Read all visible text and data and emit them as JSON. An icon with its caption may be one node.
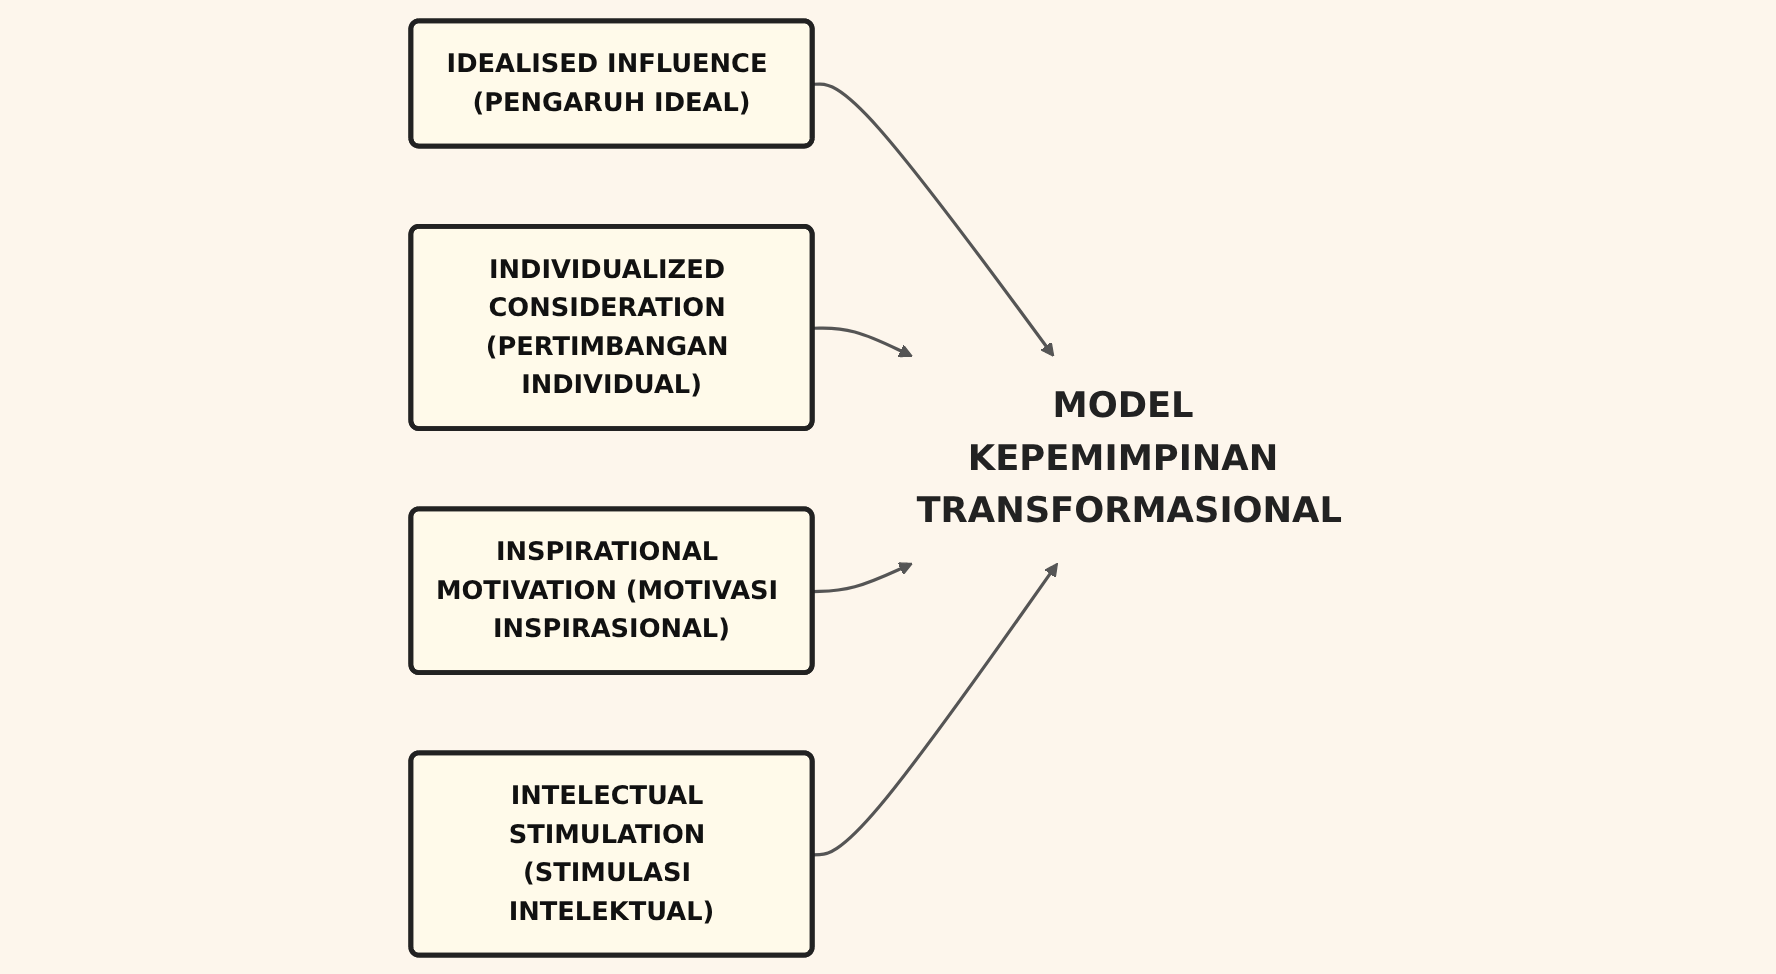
{
  "diagram": {
    "nodes": [
      {
        "text": [
          "IDEALISED INFLUENCE (PENGARUH IDEAL)"
        ]
      },
      {
        "text": [
          "INDIVIDUALIZED CONSIDERATION (PERTIMBANGAN INDIVIDUAL)"
        ]
      },
      {
        "text": [
          "MODEL KEPEMIMPINAN TRANSFORMASIONAL"
        ]
      },
      {
        "text": [
          "INSPIRATIONAL MOTIVATION (MOTIVASI INSPIRASIONAL)"
        ]
      },
      {
        "text": [
          "INTELECTUAL STIMULATION (STIMULASI INTELEKTUAL)"
        ]
      }
    ],
    "edges": [
      {
        "from": 0,
        "to": 2,
        "arrow": "to"
      },
      {
        "from": 1,
        "to": 2,
        "arrow": "to"
      },
      {
        "from": 3,
        "to": 2,
        "arrow": "to"
      },
      {
        "from": 4,
        "to": 2,
        "arrow": "to"
      }
    ]
  }
}
